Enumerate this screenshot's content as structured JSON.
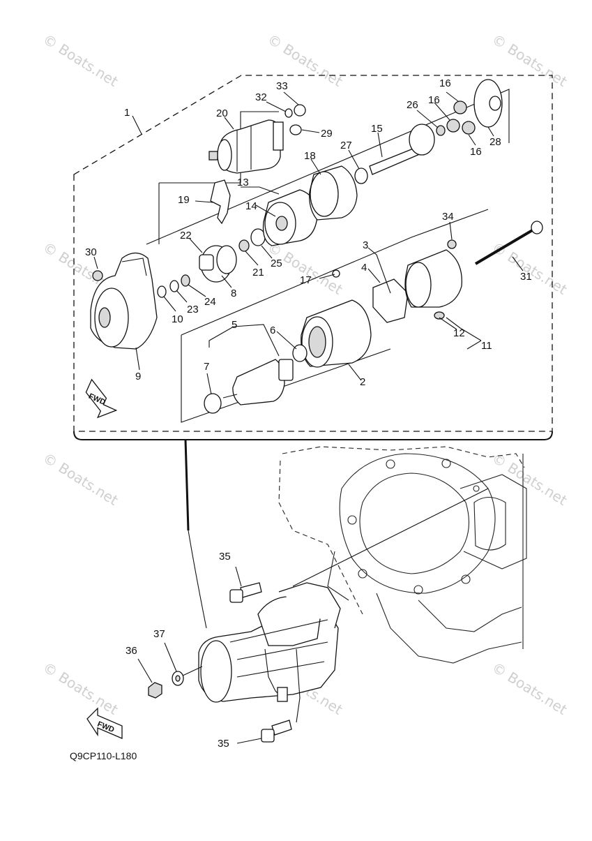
{
  "diagram": {
    "code": "Q9CP110-L180",
    "fwd_label": "FWD",
    "watermark_text": "© Boats.net",
    "callouts": {
      "c1": "1",
      "c2": "2",
      "c3": "3",
      "c4": "4",
      "c5": "5",
      "c6": "6",
      "c7": "7",
      "c8": "8",
      "c9": "9",
      "c10": "10",
      "c11": "11",
      "c12": "12",
      "c13": "13",
      "c14": "14",
      "c15": "15",
      "c16": "16",
      "c17": "17",
      "c18": "18",
      "c19": "19",
      "c20": "20",
      "c21": "21",
      "c22": "22",
      "c23": "23",
      "c24": "24",
      "c25": "25",
      "c26": "26",
      "c27": "27",
      "c28": "28",
      "c29": "29",
      "c30": "30",
      "c31": "31",
      "c32": "32",
      "c33": "33",
      "c34": "34",
      "c35": "35",
      "c36": "36",
      "c37": "37"
    }
  }
}
